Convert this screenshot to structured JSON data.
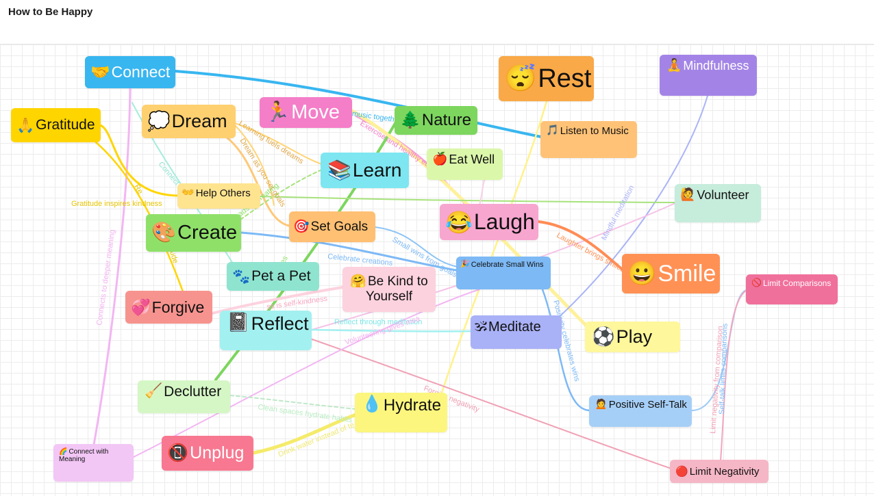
{
  "page_title": "How to Be Happy",
  "nodes": [
    {
      "id": "connect",
      "label": "Connect",
      "icon": "🤝",
      "color": "#38b6f0",
      "fs": 23
    },
    {
      "id": "gratitude",
      "label": "Gratitude",
      "icon": "🙏",
      "color": "#ffd500",
      "fs": 21
    },
    {
      "id": "dream",
      "label": "Dream",
      "icon": "💭",
      "color": "#ffd070",
      "fs": 27
    },
    {
      "id": "move",
      "label": "Move",
      "icon": "🏃",
      "color": "#f47ec8",
      "fs": 29
    },
    {
      "id": "nature",
      "label": "Nature",
      "icon": "🌲",
      "color": "#7dd65e",
      "fs": 24
    },
    {
      "id": "rest",
      "label": "Rest",
      "icon": "😴",
      "color": "#f9a948",
      "fs": 38
    },
    {
      "id": "mindfulness",
      "label": "Mindfulness",
      "icon": "🧘",
      "color": "#a384e6",
      "fs": 18
    },
    {
      "id": "listen",
      "label": "Listen to Music",
      "icon": "🎵",
      "color": "#ffc277",
      "fs": 15
    },
    {
      "id": "learn",
      "label": "Learn",
      "icon": "📚",
      "color": "#7de6f0",
      "fs": 28
    },
    {
      "id": "eatwell",
      "label": "Eat Well",
      "icon": "🍎",
      "color": "#dbf7aa",
      "fs": 18
    },
    {
      "id": "helpothers",
      "label": "Help Others",
      "icon": "👐",
      "color": "#ffe490",
      "fs": 15
    },
    {
      "id": "volunteer",
      "label": "Volunteer",
      "icon": "🙋",
      "color": "#c6ecdc",
      "fs": 18
    },
    {
      "id": "create",
      "label": "Create",
      "icon": "🎨",
      "color": "#8fe069",
      "fs": 29
    },
    {
      "id": "setgoals",
      "label": "Set Goals",
      "icon": "🎯",
      "color": "#ffc073",
      "fs": 19
    },
    {
      "id": "laugh",
      "label": "Laugh",
      "icon": "😂",
      "color": "#f7a6d0",
      "fs": 32
    },
    {
      "id": "smile",
      "label": "Smile",
      "icon": "😀",
      "color": "#ff9155",
      "fs": 34
    },
    {
      "id": "petapet",
      "label": "Pet a Pet",
      "icon": "🐾",
      "color": "#8fe4cf",
      "fs": 21
    },
    {
      "id": "kind",
      "label": "Be Kind to Yourself",
      "icon": "🤗",
      "color": "#fcd2de",
      "fs": 19
    },
    {
      "id": "celebrate",
      "label": "Celebrate Small Wins",
      "icon": "🎉",
      "color": "#7db9f5",
      "fs": 11
    },
    {
      "id": "limitcomp",
      "label": "Limit Comparisons",
      "icon": "🚫",
      "color": "#f0709c",
      "fs": 12
    },
    {
      "id": "forgive",
      "label": "Forgive",
      "icon": "💞",
      "color": "#f7938e",
      "fs": 23
    },
    {
      "id": "reflect",
      "label": "Reflect",
      "icon": "📓",
      "color": "#a3f0f0",
      "fs": 27
    },
    {
      "id": "meditate",
      "label": "Meditate",
      "icon": "🕉",
      "color": "#a9b1f7",
      "fs": 20
    },
    {
      "id": "play",
      "label": "Play",
      "icon": "⚽",
      "color": "#fff79b",
      "fs": 27
    },
    {
      "id": "declutter",
      "label": "Declutter",
      "icon": "🧹",
      "color": "#d5f7c6",
      "fs": 21
    },
    {
      "id": "hydrate",
      "label": "Hydrate",
      "icon": "💧",
      "color": "#fcf67e",
      "fs": 24
    },
    {
      "id": "selftalk",
      "label": "Positive Self-Talk",
      "icon": "🙍",
      "color": "#a6cff7",
      "fs": 15
    },
    {
      "id": "unplug",
      "label": "Unplug",
      "icon": "📵",
      "color": "#f77890",
      "fs": 25
    },
    {
      "id": "meaning",
      "label": "Connect with Meaning",
      "icon": "🌈",
      "color": "#f2c6f5",
      "fs": 10
    },
    {
      "id": "limitneg",
      "label": "Limit Negativity",
      "icon": "🔴",
      "color": "#f5b6c6",
      "fs": 15
    }
  ],
  "edge_labels": [
    {
      "id": "music-together",
      "text": "y music togeth",
      "color": "#38b6f0"
    },
    {
      "id": "learning-fuels-dreams",
      "text": "Learning fuels dreams",
      "color": "#e0a84a"
    },
    {
      "id": "exercise-eating",
      "text": "Exercise and healthy eati",
      "color": "#f47ec8"
    },
    {
      "id": "dream-as-you-set",
      "text": "Dream as you set goals",
      "color": "#e0a84a"
    },
    {
      "id": "connect-with",
      "text": "Connect wi",
      "color": "#8fe4cf"
    },
    {
      "id": "leads-to-creating",
      "text": "leads to creating",
      "color": "#8fe069"
    },
    {
      "id": "gratitude-inspires",
      "text": "Gratitude inspires kindness",
      "color": "#e6c400"
    },
    {
      "id": "reflect-short",
      "text": "Re",
      "color": "#e6c400"
    },
    {
      "id": "mindful-meditation",
      "text": "Mindful meditation",
      "color": "#a9b1f7"
    },
    {
      "id": "small-wins",
      "text": "Small wins from goals",
      "color": "#7db9f5"
    },
    {
      "id": "laughter-smiles",
      "text": "Laughter brings smiles",
      "color": "#ff9155"
    },
    {
      "id": "celebrate-creations",
      "text": "Celebrate creations",
      "color": "#7db9f5"
    },
    {
      "id": "self-kindness",
      "text": "ss is self-kindness",
      "color": "#f7a6c0"
    },
    {
      "id": "ude",
      "text": "ude",
      "color": "#e6c400"
    },
    {
      "id": "ires",
      "text": "ires",
      "color": "#8fe069"
    },
    {
      "id": "reflect-meditation",
      "text": "Reflect through meditation",
      "color": "#7de6e6"
    },
    {
      "id": "volunteering",
      "text": "Volunteering gives mea",
      "color": "#f2b0f0"
    },
    {
      "id": "positivity-wins",
      "text": "Positivity celebrates wins",
      "color": "#7db9f5"
    },
    {
      "id": "deeper-meaning",
      "text": "Connects to deeper meaning",
      "color": "#f2b0f0"
    },
    {
      "id": "forgive-negativity",
      "text": "Forgive negativity",
      "color": "#f0a0b4"
    },
    {
      "id": "clean-spaces",
      "text": "Clean spaces hydrate habits",
      "color": "#b8ecc0"
    },
    {
      "id": "drink-water",
      "text": "Drink water instead of te",
      "color": "#f0e870"
    },
    {
      "id": "limit-neg-comparison",
      "text": "Limit negativity from comparison",
      "color": "#f0a0b4"
    },
    {
      "id": "self-talk-limits",
      "text": "Self-talk limits comparisons",
      "color": "#7db9f5"
    }
  ]
}
